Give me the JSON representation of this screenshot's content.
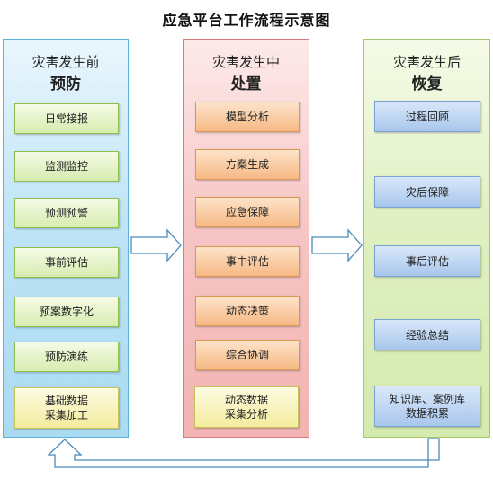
{
  "title": "应急平台工作流程示意图",
  "columns": [
    {
      "phase": "灾害发生前",
      "subtitle": "预防",
      "items": [
        "日常接报",
        "监测监控",
        "预测预警",
        "事前评估",
        "预案数字化",
        "预防演练"
      ],
      "data_item": [
        "基础数据",
        "采集加工"
      ]
    },
    {
      "phase": "灾害发生中",
      "subtitle": "处置",
      "items": [
        "模型分析",
        "方案生成",
        "应急保障",
        "事中评估",
        "动态决策",
        "综合协调"
      ],
      "data_item": [
        "动态数据",
        "采集分析"
      ]
    },
    {
      "phase": "灾害发生后",
      "subtitle": "恢复",
      "items": [
        "过程回顾",
        "灾后保障",
        "事后评估",
        "经验总结"
      ],
      "data_item": [
        "知识库、案例库",
        "数据积累"
      ]
    }
  ],
  "colors": {
    "before_panel": "#bfe4f6",
    "during_panel": "#f7c6c6",
    "after_panel": "#e0f0c2",
    "arrow_stroke": "#4a8ab8"
  }
}
